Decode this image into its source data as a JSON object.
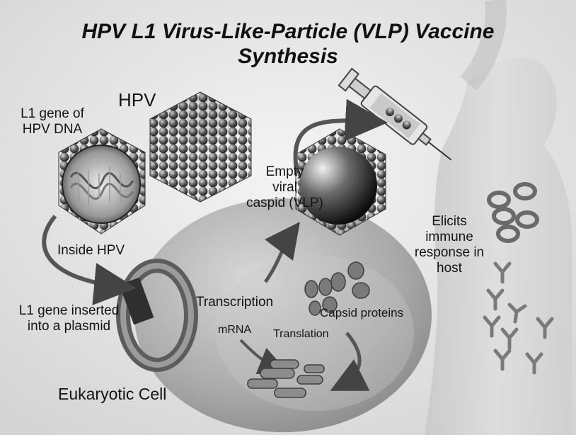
{
  "title": {
    "line1": "HPV L1 Virus-Like-Particle (VLP) Vaccine",
    "line2": "Synthesis"
  },
  "labels": {
    "hpv": "HPV",
    "l1_gene_line1": "L1 gene of",
    "l1_gene_line2": "HPV DNA",
    "inside_hpv": "Inside HPV",
    "plasmid_line1": "L1 gene inserted",
    "plasmid_line2": "into a plasmid",
    "empty_line1": "Empty",
    "empty_line2": "viral",
    "empty_line3": "caspid (VLP)",
    "transcription": "Transcription",
    "mrna": "mRNA",
    "translation": "Translation",
    "capsid_proteins": "Capsid proteins",
    "eukaryotic_cell": "Eukaryotic Cell",
    "immune_line1": "Elicits",
    "immune_line2": "immune",
    "immune_line3": "response in",
    "immune_line4": "host"
  }
}
